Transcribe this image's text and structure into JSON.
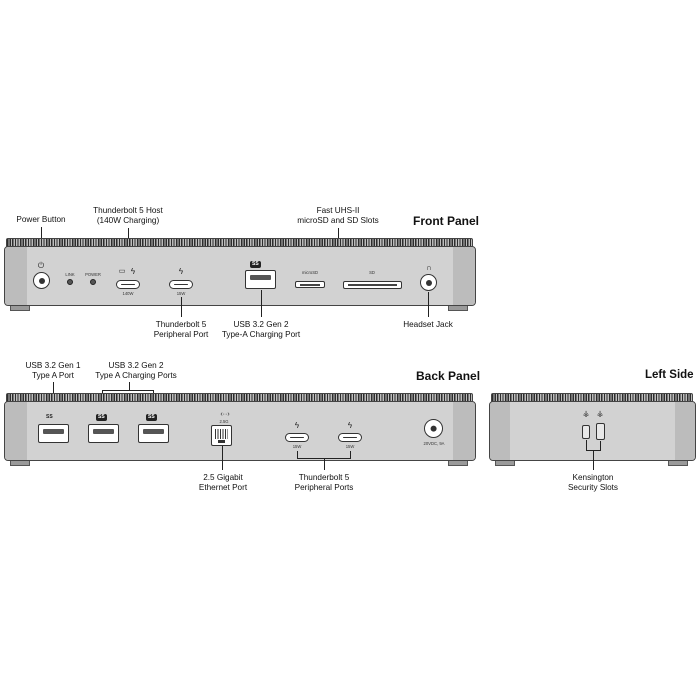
{
  "panels": {
    "front_title": "Front Panel",
    "back_title": "Back Panel",
    "left_title": "Left Side"
  },
  "front_labels": {
    "power_button": "Power Button",
    "tb5_host_line1": "Thunderbolt 5 Host",
    "tb5_host_line2": "(140W Charging)",
    "uhs_line1": "Fast UHS-II",
    "uhs_line2": "microSD and SD Slots",
    "tb5_periph_line1": "Thunderbolt 5",
    "tb5_periph_line2": "Peripheral Port",
    "usb32_line1": "USB 3.2 Gen 2",
    "usb32_line2": "Type-A Charging Port",
    "headset": "Headset Jack"
  },
  "front_small": {
    "link": "LINK",
    "power": "POWER",
    "host_watt": "140W",
    "periph_watt": "15W",
    "microsd": "microSD",
    "sd": "SD"
  },
  "back_labels": {
    "usb_gen1_line1": "USB 3.2 Gen 1",
    "usb_gen1_line2": "Type A Port",
    "usb_gen2_line1": "USB 3.2 Gen 2",
    "usb_gen2_line2": "Type A Charging Ports",
    "eth_line1": "2.5 Gigabit",
    "eth_line2": "Ethernet Port",
    "tb5_line1": "Thunderbolt 5",
    "tb5_line2": "Peripheral Ports"
  },
  "back_small": {
    "eth_speed": "2.5G",
    "tb_watt_1": "15W",
    "tb_watt_2": "15W",
    "dc_in": "20VDC, 9A"
  },
  "left_labels": {
    "kensington_line1": "Kensington",
    "kensington_line2": "Security Slots"
  },
  "icons": {
    "ss_badge": "SS",
    "power_symbol": "⏻",
    "bolt": "ϟ",
    "headset": "🎧",
    "lock": "🔒"
  }
}
